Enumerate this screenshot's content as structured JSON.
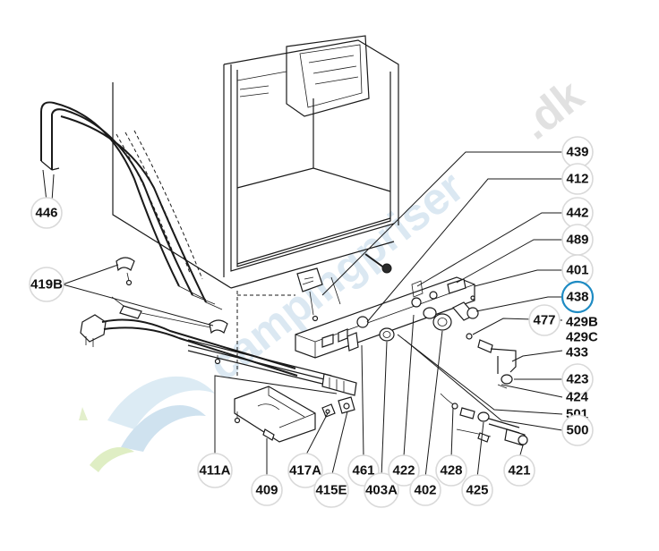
{
  "watermark": {
    "brand": "campingpriser",
    "tld": ".dk",
    "colors": {
      "blue": "#c9dcea",
      "green": "#d6e7b4",
      "grey": "#d8d8d8"
    }
  },
  "highlight_color": "#1e8bc3",
  "callouts": [
    {
      "id": "446",
      "label": "446"
    },
    {
      "id": "419B",
      "label": "419B"
    },
    {
      "id": "439",
      "label": "439"
    },
    {
      "id": "412",
      "label": "412"
    },
    {
      "id": "442",
      "label": "442"
    },
    {
      "id": "489",
      "label": "489"
    },
    {
      "id": "401",
      "label": "401"
    },
    {
      "id": "438",
      "label": "438",
      "highlighted": true
    },
    {
      "id": "477",
      "label": "477"
    },
    {
      "id": "429B",
      "label": "429B"
    },
    {
      "id": "429C",
      "label": "429C"
    },
    {
      "id": "433",
      "label": "433"
    },
    {
      "id": "423",
      "label": "423"
    },
    {
      "id": "424",
      "label": "424"
    },
    {
      "id": "501",
      "label": "501"
    },
    {
      "id": "500",
      "label": "500"
    },
    {
      "id": "411A",
      "label": "411A"
    },
    {
      "id": "409",
      "label": "409"
    },
    {
      "id": "417A",
      "label": "417A"
    },
    {
      "id": "415E",
      "label": "415E"
    },
    {
      "id": "461",
      "label": "461"
    },
    {
      "id": "403A",
      "label": "403A"
    },
    {
      "id": "422",
      "label": "422"
    },
    {
      "id": "402",
      "label": "402"
    },
    {
      "id": "428",
      "label": "428"
    },
    {
      "id": "425",
      "label": "425"
    },
    {
      "id": "421",
      "label": "421"
    }
  ]
}
